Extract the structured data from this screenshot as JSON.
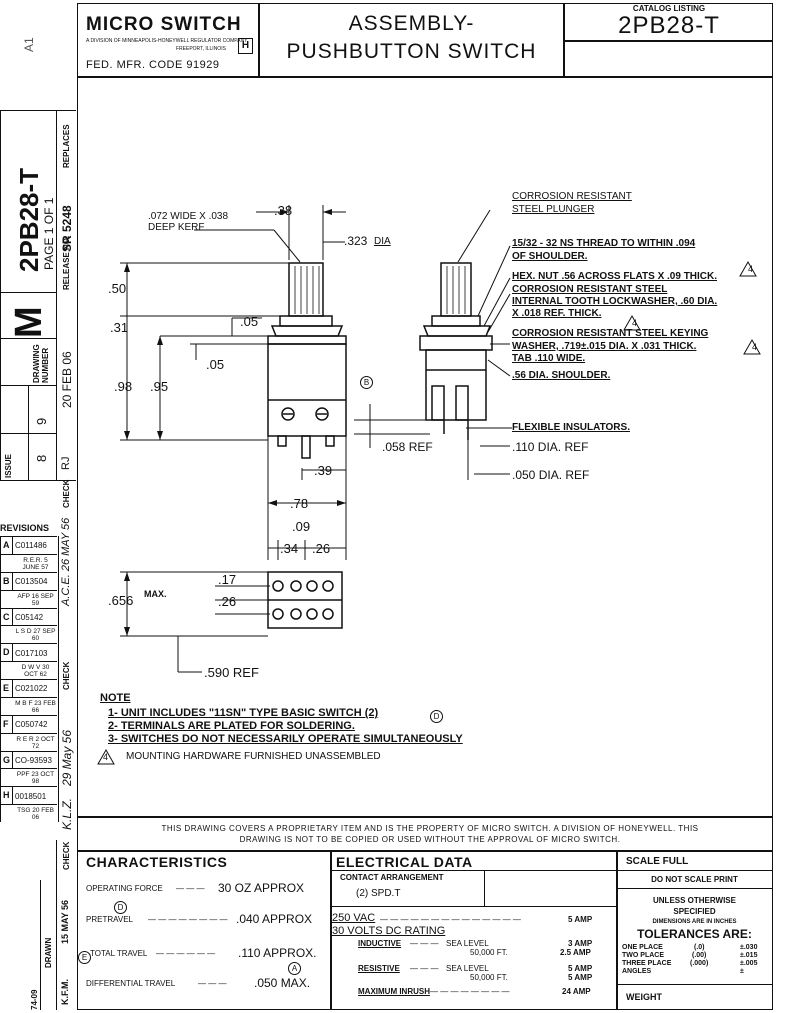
{
  "sheet_corner": "A1",
  "header": {
    "company": "MICRO SWITCH",
    "company_sub1": "A DIVISION OF MINNEAPOLIS-HONEYWELL REGULATOR COMPANY",
    "company_sub2": "FREEPORT, ILLINOIS",
    "logo_letter": "H",
    "fed_code": "FED. MFR. CODE 91929",
    "title_line1": "ASSEMBLY-",
    "title_line2": "PUSHBUTTON SWITCH",
    "catalog_label": "CATALOG LISTING",
    "catalog_number": "2PB28-T"
  },
  "side_block": {
    "part_number": "2PB28-T",
    "page": "PAGE 1 OF 1",
    "replaces_label": "REPLACES",
    "release_label": "RELEASE NO.",
    "release_no": "SR 5248",
    "drawing_number_label": "DRAWING NUMBER",
    "drawing_letter": "M",
    "date_release": "20 FEB 06",
    "issue_label": "ISSUE",
    "issue_a": "9",
    "issue_b": "8",
    "check_label": "CHECK",
    "rj": "RJ",
    "sig_1": "A.C.E. 26 MAY 56",
    "sig_2": "29 May 56",
    "sig_3": "K.L.Z.",
    "drawn_label": "DRAWN",
    "drawn_by": "K.F.M.",
    "drawn_date": "15 MAY 56",
    "form_no": "74-09"
  },
  "revisions": {
    "label": "REVISIONS",
    "rows": [
      {
        "letter": "A",
        "text": "C011486"
      },
      {
        "letter": "",
        "text": "R.E.R. 5 JUNE 57"
      },
      {
        "letter": "B",
        "text": "C013504"
      },
      {
        "letter": "",
        "text": "AFP 16 SEP 59"
      },
      {
        "letter": "C",
        "text": "C05142"
      },
      {
        "letter": "",
        "text": "L S D 27 SEP 60"
      },
      {
        "letter": "D",
        "text": "C017103"
      },
      {
        "letter": "",
        "text": "D W V 30 OCT 62"
      },
      {
        "letter": "E",
        "text": "C021022"
      },
      {
        "letter": "",
        "text": "M B F 23 FEB 66"
      },
      {
        "letter": "F",
        "text": "C050742"
      },
      {
        "letter": "",
        "text": "R E R 2 OCT 72"
      },
      {
        "letter": "G",
        "text": "CO-93593"
      },
      {
        "letter": "",
        "text": "PPF 23 OCT 98"
      },
      {
        "letter": "H",
        "text": "0018501"
      },
      {
        "letter": "",
        "text": "TSG 20 FEB 06"
      }
    ]
  },
  "drawing": {
    "callouts": {
      "kerf1": ".072 WIDE X .038",
      "kerf2": "DEEP KERF",
      "d38": ".38",
      "d323": ".323",
      "dia": "DIA",
      "d50": ".50",
      "d31": ".31",
      "d05a": ".05",
      "d05b": ".05",
      "d98": ".98",
      "d95": ".95",
      "b_mark": "B",
      "d39": ".39",
      "d78": ".78",
      "d09": ".09",
      "d34": ".34",
      "d26a": ".26",
      "max": "MAX.",
      "d656": ".656",
      "d17": ".17",
      "d26b": ".26",
      "d590": ".590 REF",
      "plunger1": "CORROSION RESISTANT",
      "plunger2": "STEEL PLUNGER",
      "thread1": "15/32 - 32 NS THREAD TO WITHIN .094",
      "thread2": "OF SHOULDER.",
      "hexnut": "HEX. NUT .56 ACROSS FLATS X .09 THICK.",
      "lockw1": "CORROSION RESISTANT STEEL",
      "lockw2": "INTERNAL TOOTH LOCKWASHER, .60 DIA.",
      "lockw3": "X .018 REF. THICK.",
      "keyw1": "CORROSION RESISTANT STEEL KEYING",
      "keyw2": "WASHER, .719±.015 DIA. X .031 THICK.",
      "keyw3": "TAB .110 WIDE.",
      "shoulder": ".56 DIA. SHOULDER.",
      "insul": "FLEXIBLE INSULATORS.",
      "d058": ".058 REF",
      "d110": ".110 DIA. REF",
      "d050": ".050 DIA. REF",
      "tri4": "4"
    },
    "notes": {
      "title": "NOTE",
      "n1": "1- UNIT INCLUDES \"11SN\" TYPE BASIC SWITCH (2)",
      "n1_mark": "D",
      "n2": "2- TERMINALS ARE PLATED FOR SOLDERING.",
      "n3": "3- SWITCHES DO NOT NECESSARILY OPERATE SIMULTANEOUSLY",
      "n4": "MOUNTING HARDWARE FURNISHED UNASSEMBLED",
      "n4_mark": "4"
    }
  },
  "proprietary": "THIS DRAWING COVERS A PROPRIETARY ITEM AND IS THE PROPERTY OF MICRO SWITCH. A DIVISION OF HONEYWELL. THIS DRAWING IS NOT TO BE COPIED OR USED WITHOUT THE APPROVAL OF MICRO SWITCH.",
  "characteristics": {
    "title": "CHARACTERISTICS",
    "of_label": "OPERATING FORCE",
    "of_value": "30 OZ APPROX",
    "d_mark": "D",
    "pt_label": "PRETRAVEL",
    "pt_value": ".040 APPROX",
    "e_mark": "E",
    "tt_label": "TOTAL TRAVEL",
    "tt_value": ".110 APPROX.",
    "a_mark": "A",
    "dt_label": "DIFFERENTIAL TRAVEL",
    "dt_value": ".050 MAX."
  },
  "electrical": {
    "title": "ELECTRICAL DATA",
    "contact_label": "CONTACT ARRANGEMENT",
    "contact_value": "(2)  SPD.T",
    "vac": "250 VAC",
    "vac_amp": "5 AMP",
    "vdc": "30 VOLTS DC RATING",
    "inductive": "INDUCTIVE",
    "sea_level": "SEA LEVEL",
    "ind_sl_amp": "3 AMP",
    "ft50000": "50,000 FT.",
    "ind_ft_amp": "2.5 AMP",
    "resistive": "RESISTIVE",
    "res_sl_amp": "5 AMP",
    "res_ft_amp": "5 AMP",
    "inrush": "MAXIMUM INRUSH",
    "inrush_amp": "24 AMP"
  },
  "scale_block": {
    "scale": "SCALE  FULL",
    "do_not_scale": "DO NOT SCALE PRINT",
    "unless1": "UNLESS OTHERWISE",
    "unless2": "SPECIFIED",
    "dims": "DIMENSIONS ARE IN INCHES",
    "tol_title": "TOLERANCES ARE:",
    "one": "ONE PLACE",
    "one_fmt": "(.0)",
    "one_val": "±.030",
    "two": "TWO PLACE",
    "two_fmt": "(.00)",
    "two_val": "±.015",
    "three": "THREE PLACE",
    "three_fmt": "(.000)",
    "three_val": "±.005",
    "angles": "ANGLES",
    "angles_val": "±",
    "weight": "WEIGHT"
  }
}
